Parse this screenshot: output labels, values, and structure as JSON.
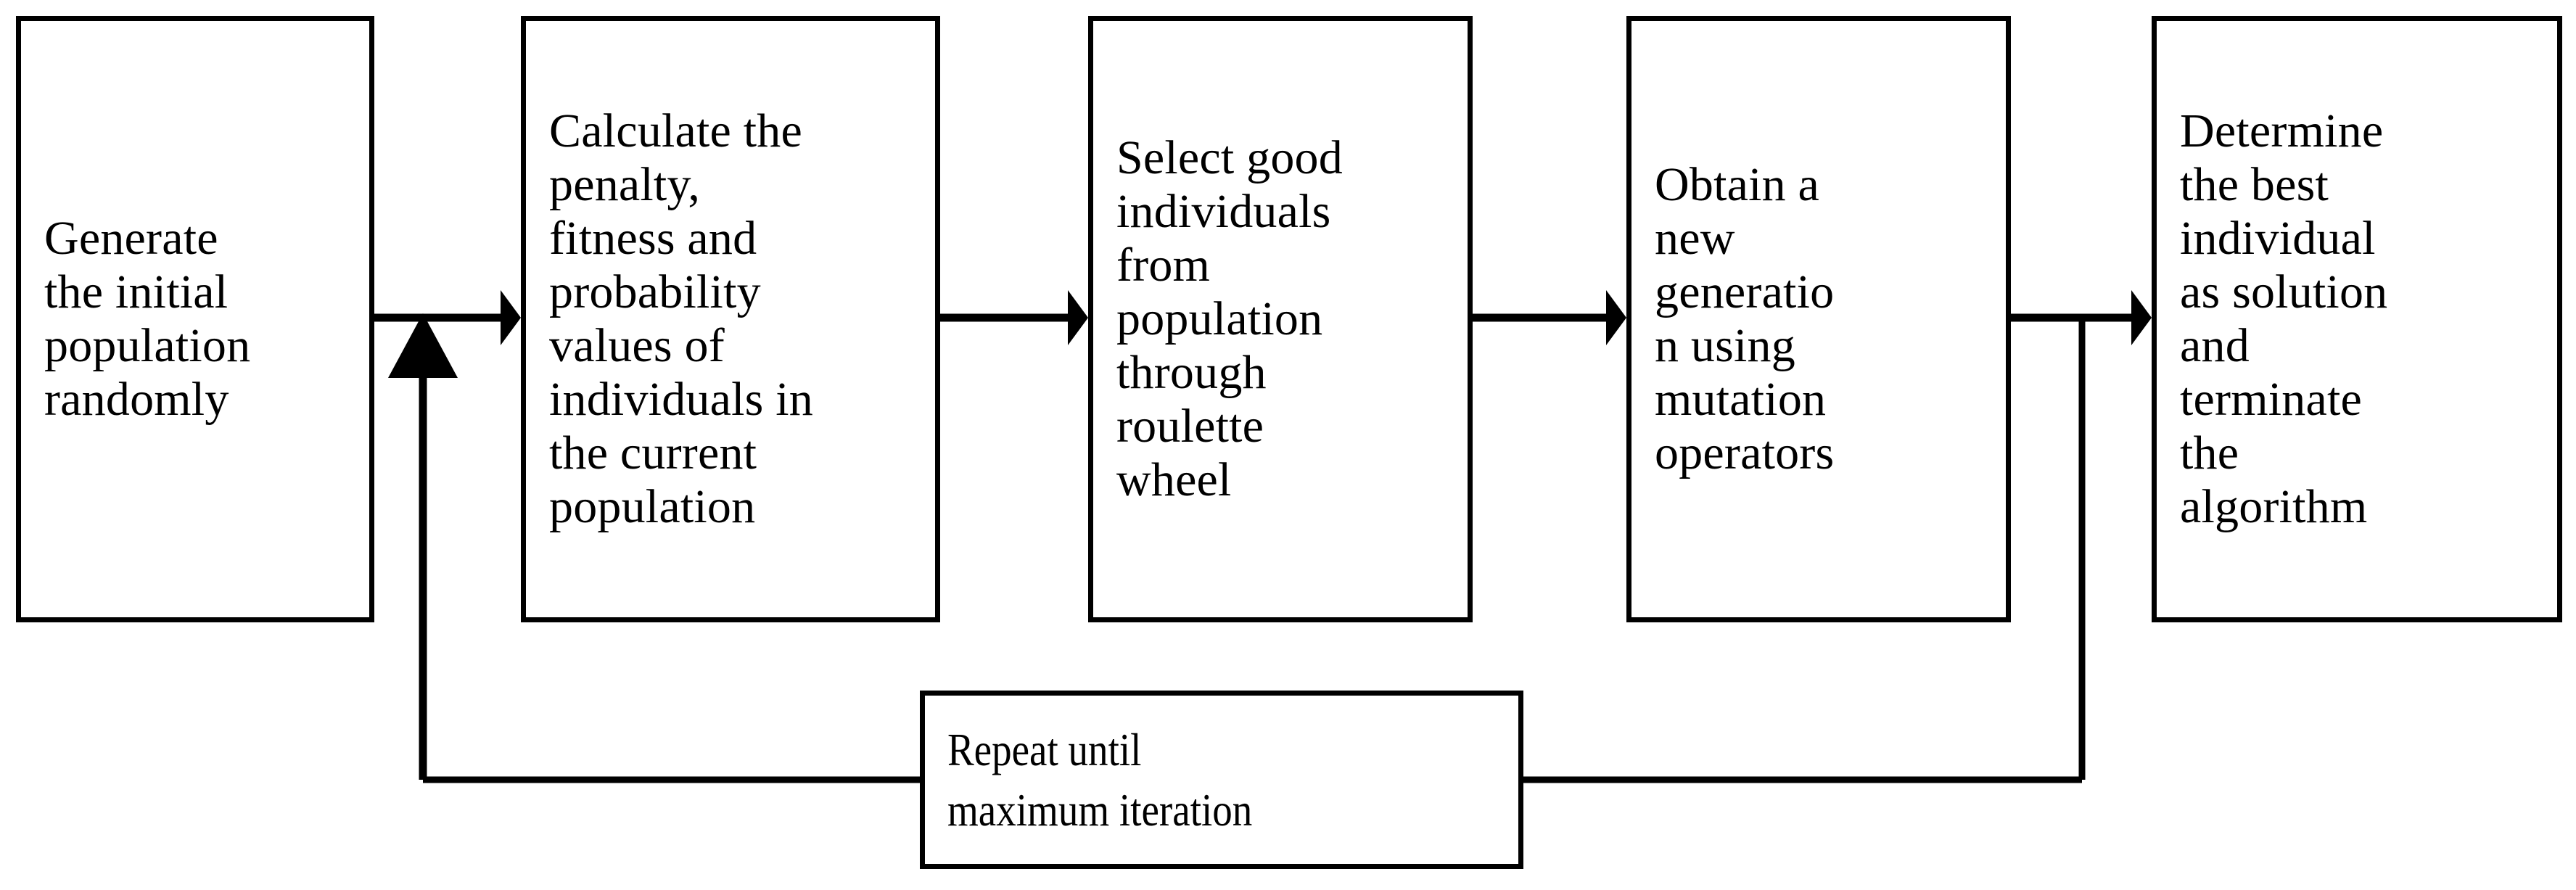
{
  "diagram": {
    "type": "flowchart",
    "title": "Genetic algorithm flowchart",
    "orientation": "left-to-right",
    "colors": {
      "stroke": "#000000",
      "fill": "#ffffff",
      "text": "#000000"
    },
    "nodes": [
      {
        "id": "generate",
        "label": "Generate\nthe initial\npopulation\nrandomly",
        "shape": "rectangle"
      },
      {
        "id": "calculate",
        "label": "Calculate the\npenalty,\nfitness and\nprobability\nvalues of\nindividuals in\nthe current\npopulation",
        "shape": "rectangle"
      },
      {
        "id": "select",
        "label": "Select good\nindividuals\nfrom\npopulation\nthrough\nroulette\nwheel",
        "shape": "rectangle"
      },
      {
        "id": "obtain",
        "label": "Obtain a\nnew\ngeneratio\nn using\nmutation\noperators",
        "shape": "rectangle"
      },
      {
        "id": "determine",
        "label": "Determine\nthe best\nindividual\nas solution\nand\nterminate\nthe\nalgorithm",
        "shape": "rectangle"
      },
      {
        "id": "repeat",
        "label": "Repeat until\nmaximum iteration",
        "shape": "rectangle"
      }
    ],
    "edges": [
      {
        "id": "generate-to-calculate",
        "from": "generate",
        "to": "calculate",
        "arrow": true
      },
      {
        "id": "calculate-to-select",
        "from": "calculate",
        "to": "select",
        "arrow": true
      },
      {
        "id": "select-to-obtain",
        "from": "select",
        "to": "obtain",
        "arrow": true
      },
      {
        "id": "obtain-to-determine",
        "from": "obtain",
        "to": "determine",
        "arrow": true
      },
      {
        "id": "obtain-to-repeat",
        "from": "obtain",
        "to": "repeat",
        "arrow": false
      },
      {
        "id": "repeat-to-calculate",
        "from": "repeat",
        "to": "calculate",
        "arrow": true
      }
    ]
  }
}
